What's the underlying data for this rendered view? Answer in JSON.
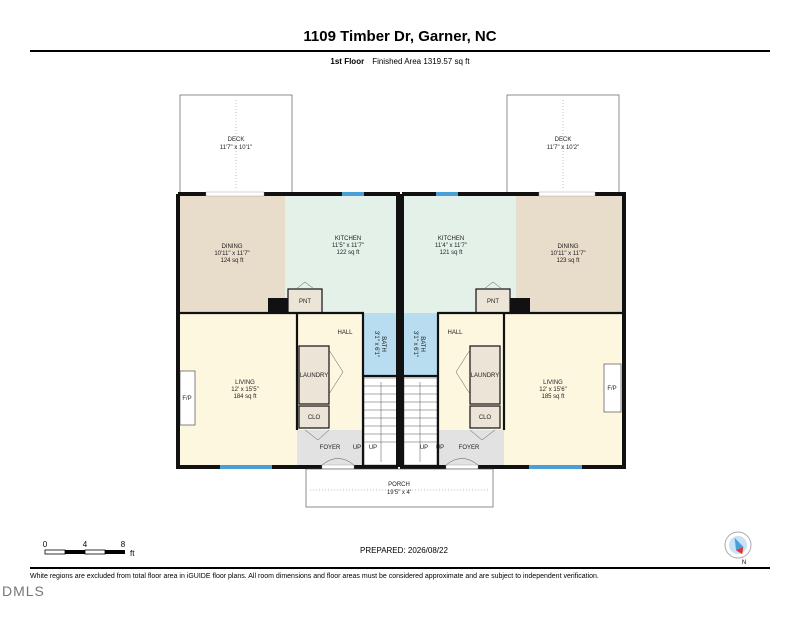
{
  "title": "1109 Timber Dr, Garner, NC",
  "floor": {
    "name": "1st Floor",
    "area": "Finished Area 1319.57 sq ft"
  },
  "rooms": {
    "deck_left": {
      "name": "DECK",
      "dims": "11'7\" x 10'1\""
    },
    "deck_right": {
      "name": "DECK",
      "dims": "11'7\" x 10'2\""
    },
    "dining_left": {
      "name": "DINING",
      "dims": "10'11\" x 11'7\"",
      "area": "124 sq ft"
    },
    "kitchen_left": {
      "name": "KITCHEN",
      "dims": "11'5\" x 11'7\"",
      "area": "122 sq ft"
    },
    "kitchen_right": {
      "name": "KITCHEN",
      "dims": "11'4\" x 11'7\"",
      "area": "121 sq ft"
    },
    "dining_right": {
      "name": "DINING",
      "dims": "10'11\" x 11'7\"",
      "area": "123 sq ft"
    },
    "pnt_left": "PNT",
    "pnt_right": "PNT",
    "hall_left": "HALL",
    "hall_right": "HALL",
    "bath_left": {
      "name": "BATH",
      "dims": "3'1\" x 6'1\""
    },
    "bath_right": {
      "name": "BATH",
      "dims": "3'1\" x 6'1\""
    },
    "laundry_left": "LAUNDRY",
    "laundry_right": "LAUNDRY",
    "clo_left": "CLO",
    "clo_right": "CLO",
    "living_left": {
      "name": "LIVING",
      "dims": "12' x 15'5\"",
      "area": "184 sq ft"
    },
    "living_right": {
      "name": "LIVING",
      "dims": "12' x 15'6\"",
      "area": "185 sq ft"
    },
    "fp_left": "F/P",
    "fp_right": "F/P",
    "foyer_left": "FOYER",
    "foyer_right": "FOYER",
    "up_left": "UP",
    "up_left2": "UP",
    "up_right": "UP",
    "up_right2": "UP",
    "porch": {
      "name": "PORCH",
      "dims": "19'5\" x 4'"
    }
  },
  "scale_bar": {
    "ticks": [
      "0",
      "4",
      "8"
    ],
    "unit": "ft"
  },
  "prepared": "PREPARED: 2026/08/22",
  "compass_label": "N",
  "disclaimer": "White regions are excluded from total floor area in iGUIDE floor plans. All room dimensions and floor areas must be considered approximate and are subject to independent verification.",
  "watermark": "DMLS",
  "colors": {
    "dining": "#e8dccb",
    "kitchen": "#e3f1e9",
    "hall": "#fdf7df",
    "bath": "#b8dcf0",
    "foyer": "#e2e2e2",
    "window": "#4a9fd8",
    "wall": "#111111"
  }
}
